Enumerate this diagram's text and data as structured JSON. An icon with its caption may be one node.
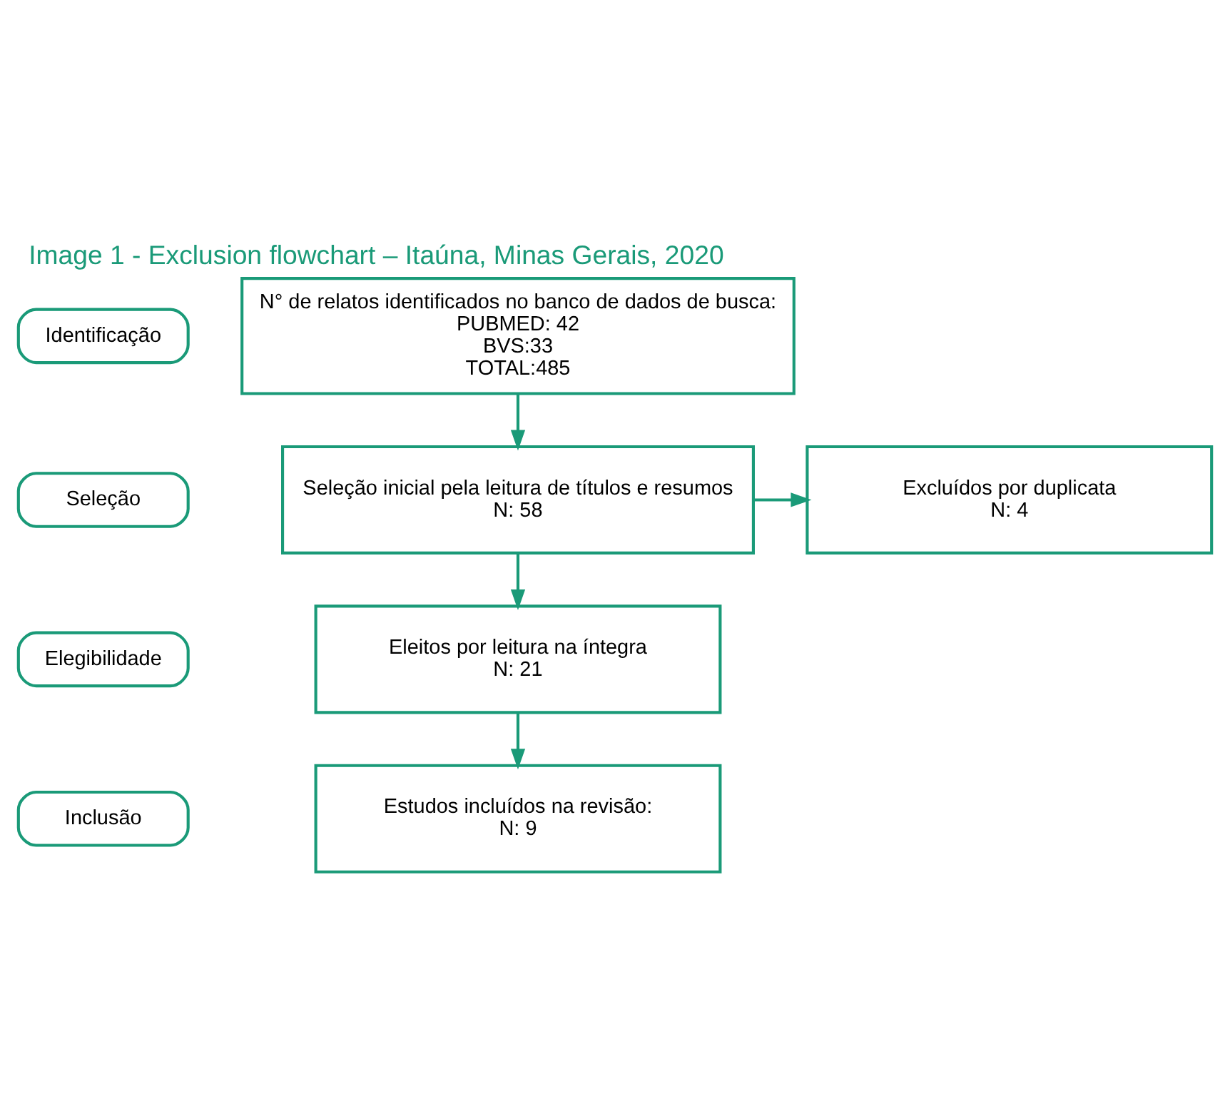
{
  "diagram": {
    "title": "Image 1 - Exclusion flowchart – Itaúna, Minas Gerais, 2020",
    "nodes": [
      {
        "text": [
          "Identificação"
        ]
      },
      {
        "text": [
          "N° de relatos identificados no banco de dados de busca:",
          "PUBMED: 42",
          "BVS:33",
          "TOTAL:485"
        ]
      },
      {
        "text": [
          "Seleção"
        ]
      },
      {
        "text": [
          "Seleção inicial pela leitura de títulos e resumos",
          "N: 58"
        ]
      },
      {
        "text": [
          "Excluídos por duplicata",
          "N: 4"
        ]
      },
      {
        "text": [
          "Elegibilidade"
        ]
      },
      {
        "text": [
          "Eleitos por leitura na íntegra",
          "N: 21"
        ]
      },
      {
        "text": [
          "Inclusão"
        ]
      },
      {
        "text": [
          "Estudos incluídos na revisão:",
          "N: 9"
        ]
      }
    ],
    "edges": [
      {
        "from": 1,
        "to": 3,
        "arrow": "to"
      },
      {
        "from": 3,
        "to": 4,
        "arrow": "to"
      },
      {
        "from": 3,
        "to": 6,
        "arrow": "to"
      },
      {
        "from": 6,
        "to": 8,
        "arrow": "to"
      }
    ]
  }
}
